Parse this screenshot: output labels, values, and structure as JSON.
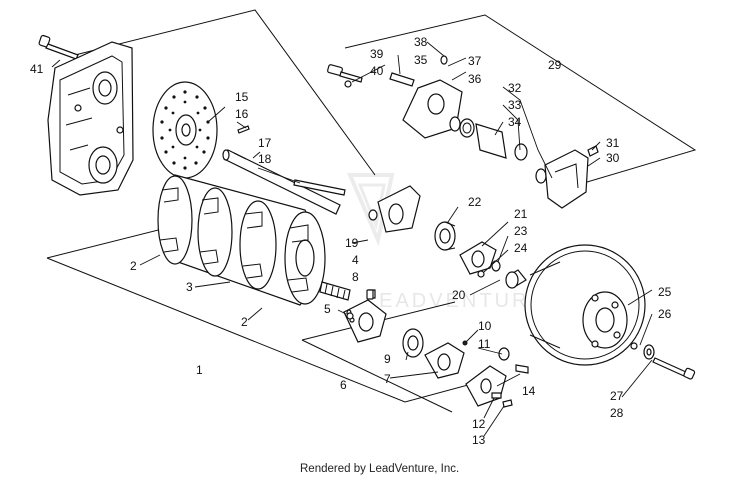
{
  "callouts": [
    {
      "id": "c1",
      "text": "1"
    },
    {
      "id": "c2a",
      "text": "2"
    },
    {
      "id": "c2b",
      "text": "2"
    },
    {
      "id": "c3",
      "text": "3"
    },
    {
      "id": "c4",
      "text": "4"
    },
    {
      "id": "c5",
      "text": "5"
    },
    {
      "id": "c6",
      "text": "6"
    },
    {
      "id": "c7",
      "text": "7"
    },
    {
      "id": "c8",
      "text": "8"
    },
    {
      "id": "c9",
      "text": "9"
    },
    {
      "id": "c10",
      "text": "10"
    },
    {
      "id": "c11",
      "text": "11"
    },
    {
      "id": "c12",
      "text": "12"
    },
    {
      "id": "c13",
      "text": "13"
    },
    {
      "id": "c14",
      "text": "14"
    },
    {
      "id": "c15",
      "text": "15"
    },
    {
      "id": "c16",
      "text": "16"
    },
    {
      "id": "c17",
      "text": "17"
    },
    {
      "id": "c18",
      "text": "18"
    },
    {
      "id": "c19",
      "text": "19"
    },
    {
      "id": "c20",
      "text": "20"
    },
    {
      "id": "c21",
      "text": "21"
    },
    {
      "id": "c22",
      "text": "22"
    },
    {
      "id": "c23",
      "text": "23"
    },
    {
      "id": "c24",
      "text": "24"
    },
    {
      "id": "c25",
      "text": "25"
    },
    {
      "id": "c26",
      "text": "26"
    },
    {
      "id": "c27",
      "text": "27"
    },
    {
      "id": "c28",
      "text": "28"
    },
    {
      "id": "c29",
      "text": "29"
    },
    {
      "id": "c30",
      "text": "30"
    },
    {
      "id": "c31",
      "text": "31"
    },
    {
      "id": "c32",
      "text": "32"
    },
    {
      "id": "c33",
      "text": "33"
    },
    {
      "id": "c34",
      "text": "34"
    },
    {
      "id": "c35",
      "text": "35"
    },
    {
      "id": "c36",
      "text": "36"
    },
    {
      "id": "c37",
      "text": "37"
    },
    {
      "id": "c38",
      "text": "38"
    },
    {
      "id": "c39",
      "text": "39"
    },
    {
      "id": "c40",
      "text": "40"
    },
    {
      "id": "c41",
      "text": "41"
    }
  ],
  "credit": "Rendered by LeadVenture, Inc.",
  "watermark": "LEADVENTURE",
  "colors": {
    "line": "#111111",
    "background": "#ffffff",
    "watermark": "#e7e7e7"
  }
}
